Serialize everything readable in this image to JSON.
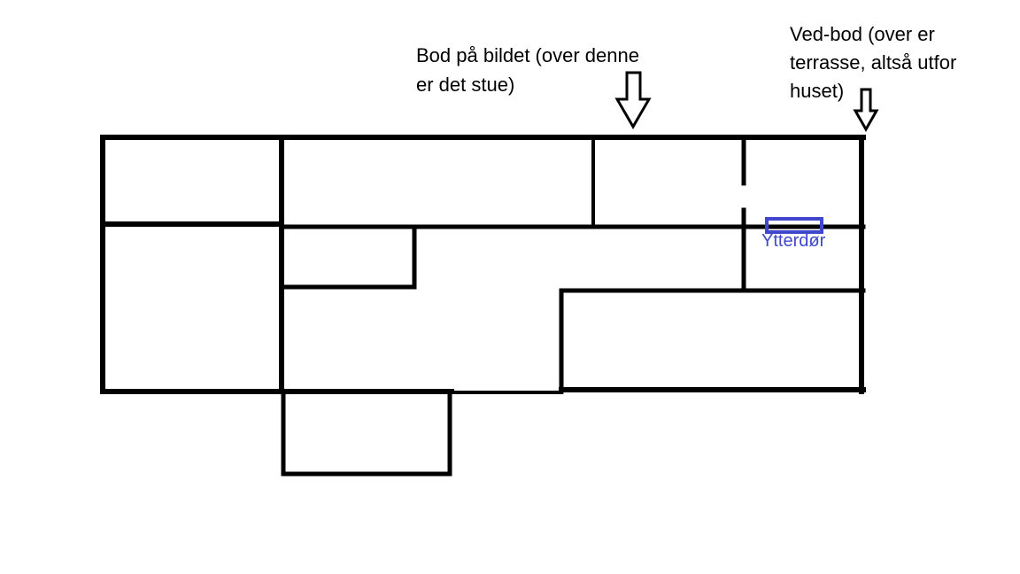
{
  "annotations": {
    "storage_in_photo": {
      "lines": [
        "Bod på bildet (over denne",
        "er det stue)"
      ]
    },
    "wood_shed": {
      "lines": [
        "Ved-bod (over er",
        "terrasse, altså utfor",
        "huset)"
      ]
    },
    "front_door": {
      "label": "Ytterdør"
    }
  },
  "colors": {
    "walls": "#000000",
    "door": "#3f48cc",
    "background": "#ffffff"
  }
}
